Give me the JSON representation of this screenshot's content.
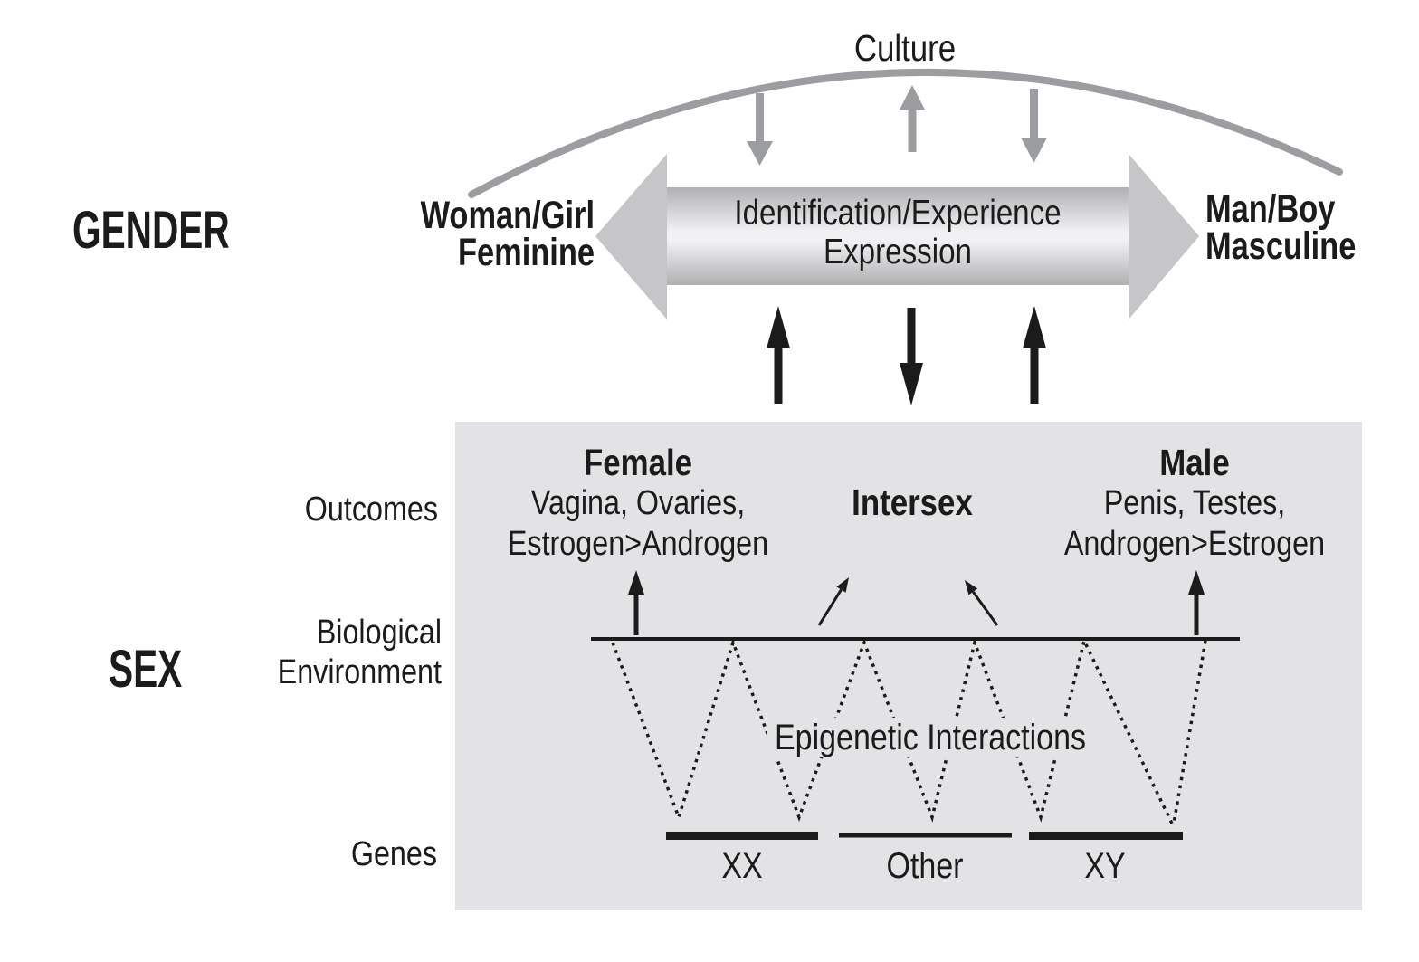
{
  "colors": {
    "gray": "#9b9da0",
    "arrowhead_gray": "#c6c6c8",
    "shaft_edge_gray": "#b0b0b2",
    "shaft_mid_gray": "#f1f1f3",
    "box_gray": "#e3e3e5",
    "black": "#1b1b1b",
    "background": "#ffffff"
  },
  "gender": {
    "section_label": "GENDER",
    "culture_label": "Culture",
    "left_pole": {
      "line1": "Woman/Girl",
      "line2": "Feminine"
    },
    "right_pole": {
      "line1": "Man/Boy",
      "line2": "Masculine"
    },
    "spectrum_arrow": {
      "line1": "Identification/Experience",
      "line2": "Expression"
    }
  },
  "sex": {
    "section_label": "SEX",
    "row_labels": {
      "outcomes": "Outcomes",
      "bio_line1": "Biological",
      "bio_line2": "Environment",
      "genes": "Genes"
    },
    "outcomes": {
      "female": {
        "title": "Female",
        "line1": "Vagina, Ovaries,",
        "line2": "Estrogen>Androgen"
      },
      "intersex": {
        "title": "Intersex"
      },
      "male": {
        "title": "Male",
        "line1": "Penis, Testes,",
        "line2": "Androgen>Estrogen"
      }
    },
    "epigenetic_label": "Epigenetic Interactions",
    "gene_labels": {
      "xx": "XX",
      "other": "Other",
      "xy": "XY"
    }
  }
}
